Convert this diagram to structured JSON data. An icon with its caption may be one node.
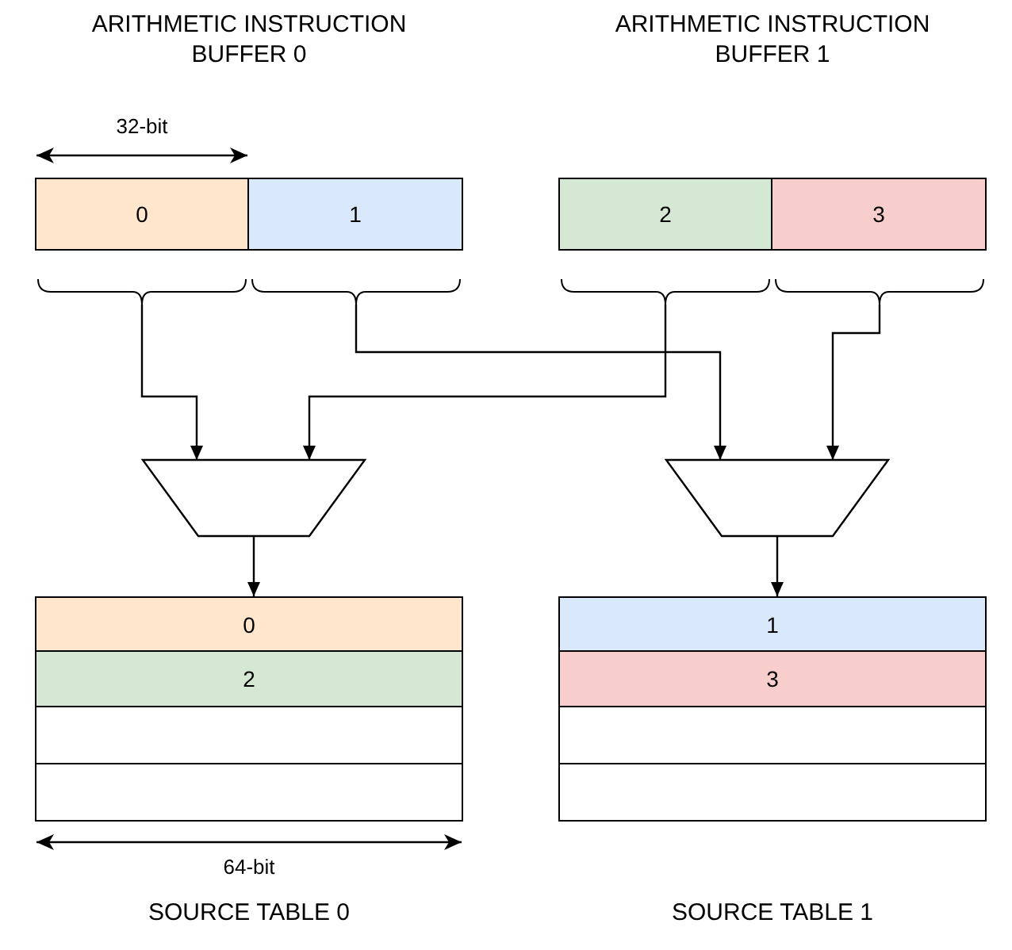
{
  "diagram": {
    "nodes": [
      {
        "text": [
          "ARITHMETIC INSTRUCTION BUFFER 0"
        ]
      },
      {
        "text": [
          "0"
        ],
        "in": 0
      },
      {
        "text": [
          "1"
        ],
        "in": 0
      },
      {
        "text": [
          "ARITHMETIC INSTRUCTION BUFFER 1"
        ]
      },
      {
        "text": [
          "2"
        ],
        "in": 3
      },
      {
        "text": [
          "3"
        ],
        "in": 3
      },
      {
        "text": [],
        "shape": "trapezoid"
      },
      {
        "text": [],
        "shape": "trapezoid"
      },
      {
        "text": [
          "SOURCE TABLE 0"
        ]
      },
      {
        "text": [
          "0"
        ],
        "in": 8
      },
      {
        "text": [
          "2"
        ],
        "in": 8
      },
      {
        "text": [],
        "shape": "box",
        "in": 8
      },
      {
        "text": [],
        "shape": "box",
        "in": 8
      },
      {
        "text": [
          "SOURCE TABLE 1"
        ]
      },
      {
        "text": [
          "1"
        ],
        "in": 13
      },
      {
        "text": [
          "3"
        ],
        "in": 13
      },
      {
        "text": [],
        "shape": "box",
        "in": 13
      },
      {
        "text": [],
        "shape": "box",
        "in": 13
      }
    ],
    "edges": [
      {
        "from": 1,
        "to": 6,
        "arrow": "to"
      },
      {
        "from": 4,
        "to": 6,
        "arrow": "to"
      },
      {
        "from": 2,
        "to": 7,
        "arrow": "to"
      },
      {
        "from": 5,
        "to": 7,
        "arrow": "to"
      },
      {
        "from": 6,
        "to": 8,
        "arrow": "to"
      },
      {
        "from": 7,
        "to": 13,
        "arrow": "to"
      }
    ],
    "labels": [
      "32-bit",
      "64-bit"
    ]
  }
}
